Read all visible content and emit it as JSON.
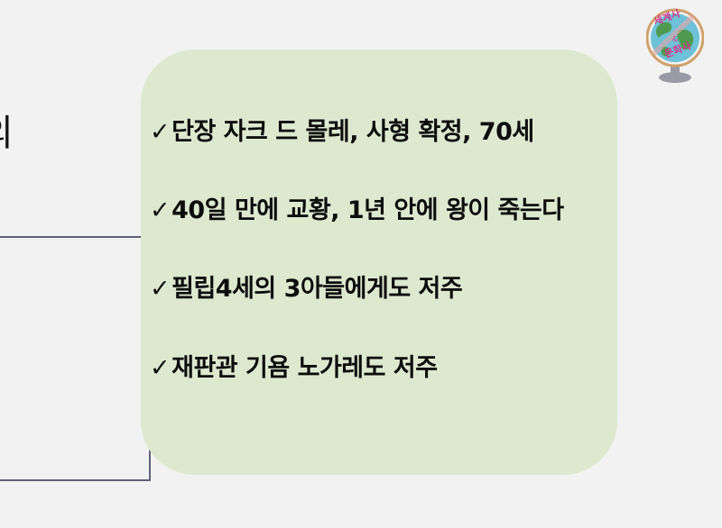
{
  "slide": {
    "partial_heading_char": "의",
    "bullets": [
      {
        "check": "✓",
        "text": "단장 자크 드 몰레, 사형 확정, 70세"
      },
      {
        "check": "✓",
        "text": "40일 만에 교황, 1년 안에 왕이 죽는다"
      },
      {
        "check": "✓",
        "text": "필립4세의 3아들에게도 저주"
      },
      {
        "check": "✓",
        "text": "재판관 기욤 노가레도 저주"
      }
    ]
  },
  "logo": {
    "name": "globe-logo",
    "lettering": "세계사 & 문화사",
    "colors": {
      "ocean": "#6ec1d6",
      "land": "#4f9a4e",
      "ring": "#cfa06a",
      "text": "#d4368c",
      "stand": "#9a9aa6"
    }
  },
  "colors": {
    "background": "#f2f2f2",
    "panel": "#dce9cf",
    "box_border": "#5f5f78",
    "text": "#0d0d0d"
  }
}
